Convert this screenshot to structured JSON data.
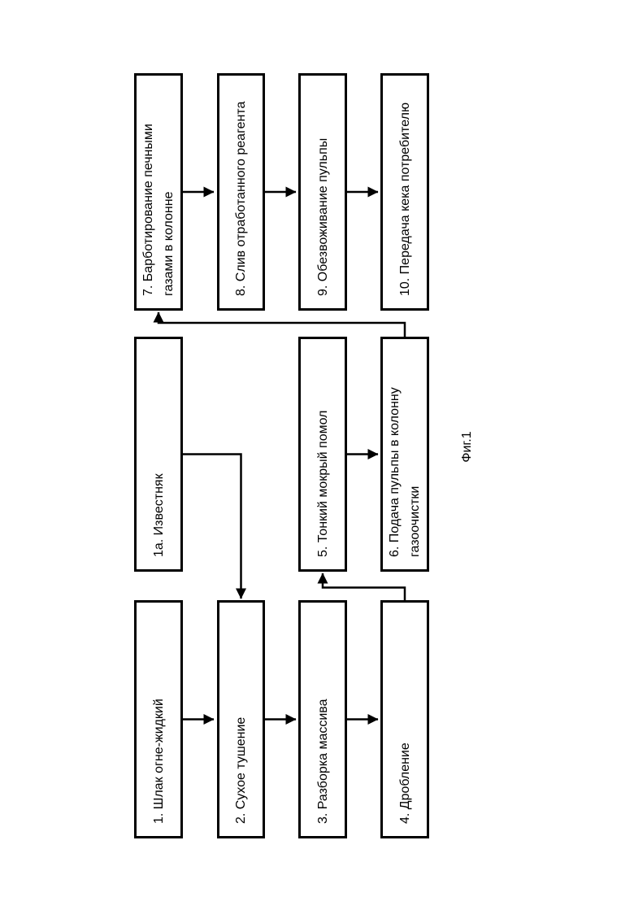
{
  "figure_caption": "Фиг.1",
  "diagram": {
    "type": "flowchart",
    "orientation": "rotated-90-ccw",
    "colors": {
      "stroke": "#000000",
      "box_fill": "#ffffff",
      "text": "#000000",
      "background": "#ffffff"
    },
    "boxes": [
      {
        "id": "1",
        "lines": [
          "1. Шлак огне-жидкий"
        ]
      },
      {
        "id": "2",
        "lines": [
          "2. Сухое тушение"
        ]
      },
      {
        "id": "3",
        "lines": [
          "3. Разборка массива"
        ]
      },
      {
        "id": "4",
        "lines": [
          "4. Дробление"
        ]
      },
      {
        "id": "1а",
        "lines": [
          "1а. Известняк"
        ]
      },
      {
        "id": "5",
        "lines": [
          "5. Тонкий мокрый помол"
        ]
      },
      {
        "id": "6",
        "lines": [
          "6. Подача пульпы в колонну",
          "газоочистки"
        ]
      },
      {
        "id": "7",
        "lines": [
          "7. Барботирование печными",
          "газами в колонне"
        ]
      },
      {
        "id": "8",
        "lines": [
          "8. Слив отработанного реагента"
        ]
      },
      {
        "id": "9",
        "lines": [
          "9. Обезвоживание пульпы"
        ]
      },
      {
        "id": "10",
        "lines": [
          "10. Передача кека потребителю"
        ]
      }
    ],
    "edges": [
      {
        "from": "1",
        "to": "2"
      },
      {
        "from": "2",
        "to": "3"
      },
      {
        "from": "3",
        "to": "4"
      },
      {
        "from": "4",
        "to": "5"
      },
      {
        "from": "5",
        "to": "6"
      },
      {
        "from": "6",
        "to": "7"
      },
      {
        "from": "7",
        "to": "8"
      },
      {
        "from": "8",
        "to": "9"
      },
      {
        "from": "9",
        "to": "10"
      },
      {
        "from": "1а",
        "to": "2"
      }
    ]
  }
}
